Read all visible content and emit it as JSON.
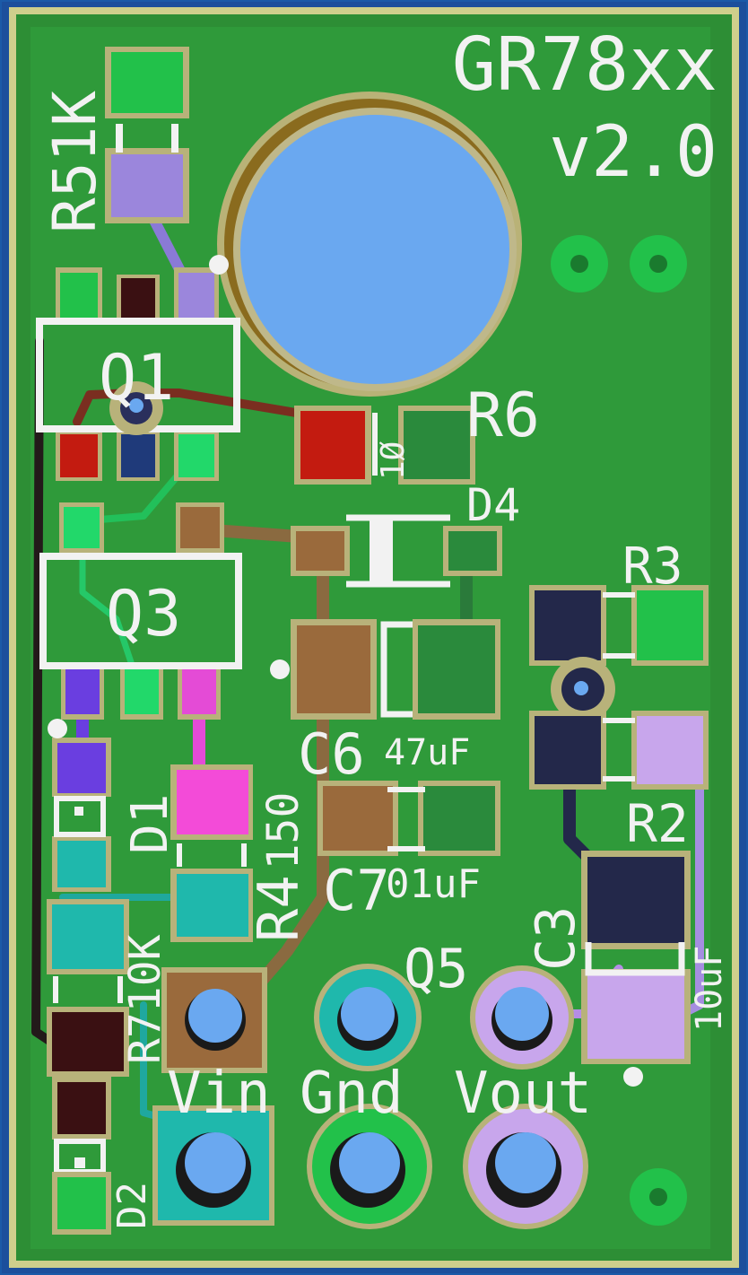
{
  "board": {
    "title": "GR78xx",
    "version": "v2.0",
    "colors": {
      "substrate": "#2f9a3a",
      "edge": "#cfcf8c",
      "silkscreen": "#f2f2f2",
      "drill": "#6aa8f0"
    }
  },
  "components": {
    "R5": {
      "ref": "R5",
      "value": "1K"
    },
    "Q1": {
      "ref": "Q1"
    },
    "R6": {
      "ref": "R6",
      "value": "1Ø"
    },
    "D4": {
      "ref": "D4"
    },
    "Q3": {
      "ref": "Q3"
    },
    "R3": {
      "ref": "R3"
    },
    "R2": {
      "ref": "R2"
    },
    "C6": {
      "ref": "C6",
      "value": "47uF"
    },
    "C7": {
      "ref": "C7",
      "value": "01uF"
    },
    "D1": {
      "ref": "D1"
    },
    "R4": {
      "ref": "R4",
      "value": "150"
    },
    "R7": {
      "ref": "R7",
      "value": "10K"
    },
    "C3": {
      "ref": "C3",
      "value": "10uF"
    },
    "Q5": {
      "ref": "Q5"
    },
    "D2": {
      "ref": "D2"
    }
  },
  "pins": {
    "vin": "Vin",
    "gnd": "Gnd",
    "vout": "Vout"
  }
}
